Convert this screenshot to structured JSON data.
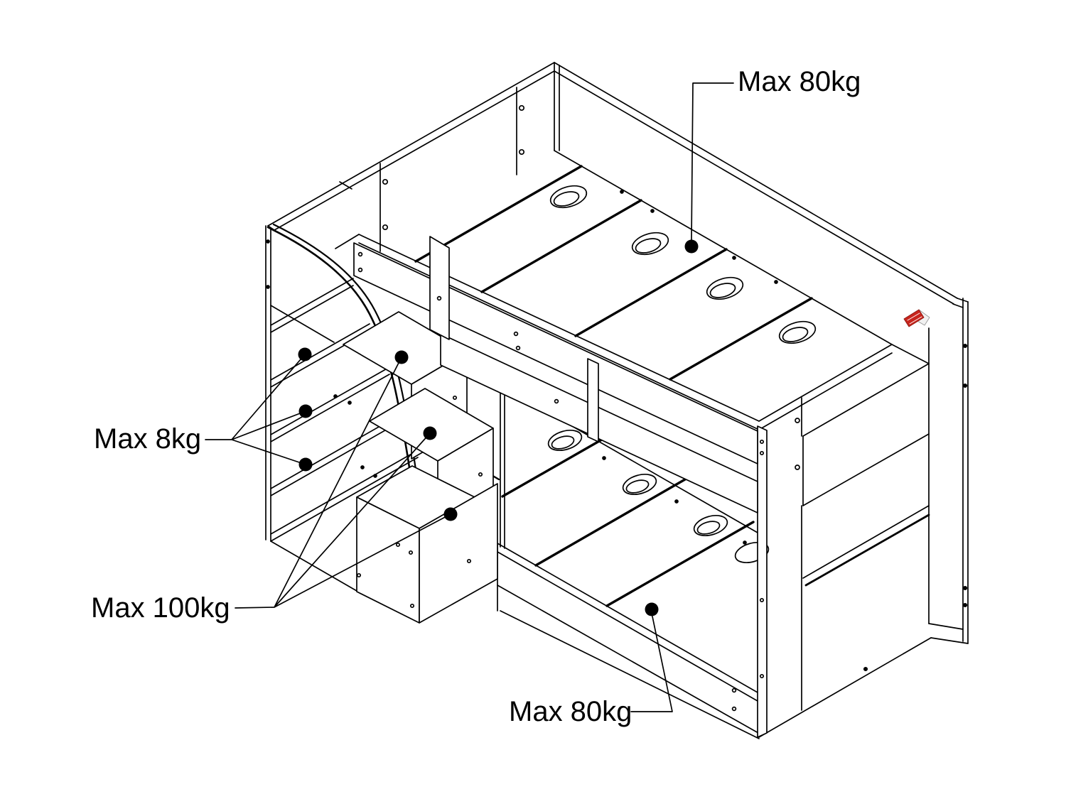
{
  "diagram": {
    "kind": "bunk-bed weight-limit assembly diagram",
    "background": "#ffffff",
    "line_color": "#000000",
    "sticker_color": "#c8251d"
  },
  "annotations": {
    "top_bunk": {
      "label": "Max 80kg"
    },
    "shelves": {
      "label": "Max 8kg"
    },
    "steps": {
      "label": "Max 100kg"
    },
    "bottom_bunk": {
      "label": "Max 80kg"
    }
  }
}
